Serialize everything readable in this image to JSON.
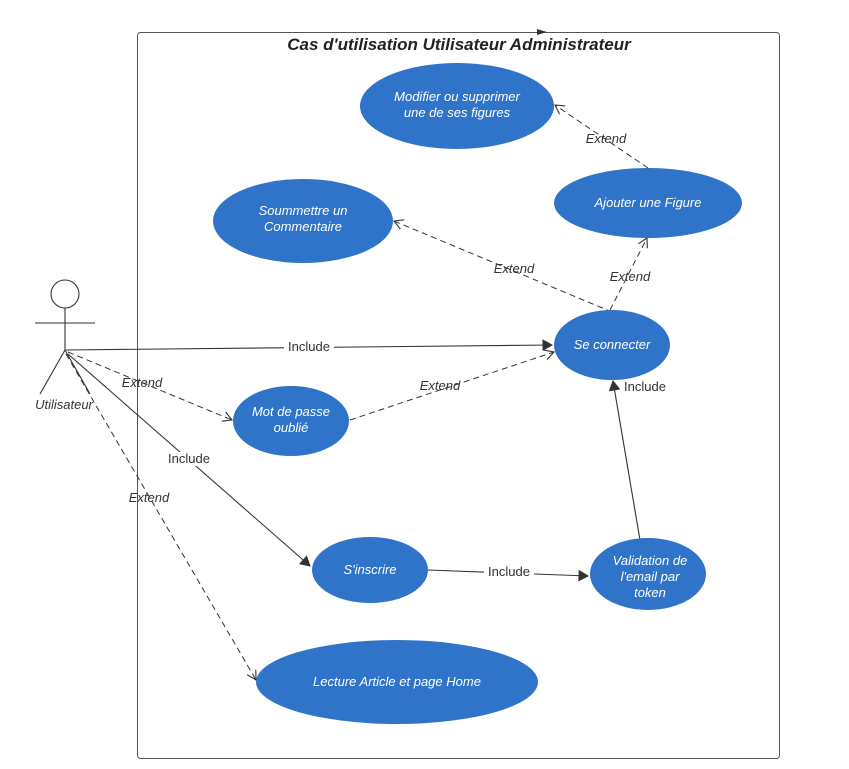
{
  "diagram": {
    "title": "Cas d'utilisation Utilisateur Administrateur",
    "actor": {
      "label": "Utilisateur"
    },
    "use_cases": {
      "modifier": [
        "Modifier ou supprimer",
        "une de ses  figures"
      ],
      "commentaire": [
        "Soummettre  un",
        "Commentaire"
      ],
      "ajouter": [
        "Ajouter une Figure"
      ],
      "connecter": [
        "Se connecter"
      ],
      "motdepasse": [
        "Mot de passe",
        "oublié"
      ],
      "inscrire": [
        "S'inscrire"
      ],
      "validation": [
        "Validation de",
        "l'email par",
        "token"
      ],
      "lecture": [
        "Lecture Article et page Home"
      ]
    },
    "relations": {
      "actor_connecter": "Include",
      "actor_motdepasse": "Extend",
      "actor_inscrire": "Include",
      "actor_lecture": "Extend",
      "motdepasse_connecter": "Extend",
      "connecter_commentaire": "Extend",
      "connecter_ajouter": "Extend",
      "ajouter_modifier": "Extend",
      "validation_connecter": "Include",
      "inscrire_validation": "Include"
    },
    "colors": {
      "use_case_fill": "#2f74c8",
      "use_case_text": "#ffffff",
      "line": "#333333"
    }
  }
}
